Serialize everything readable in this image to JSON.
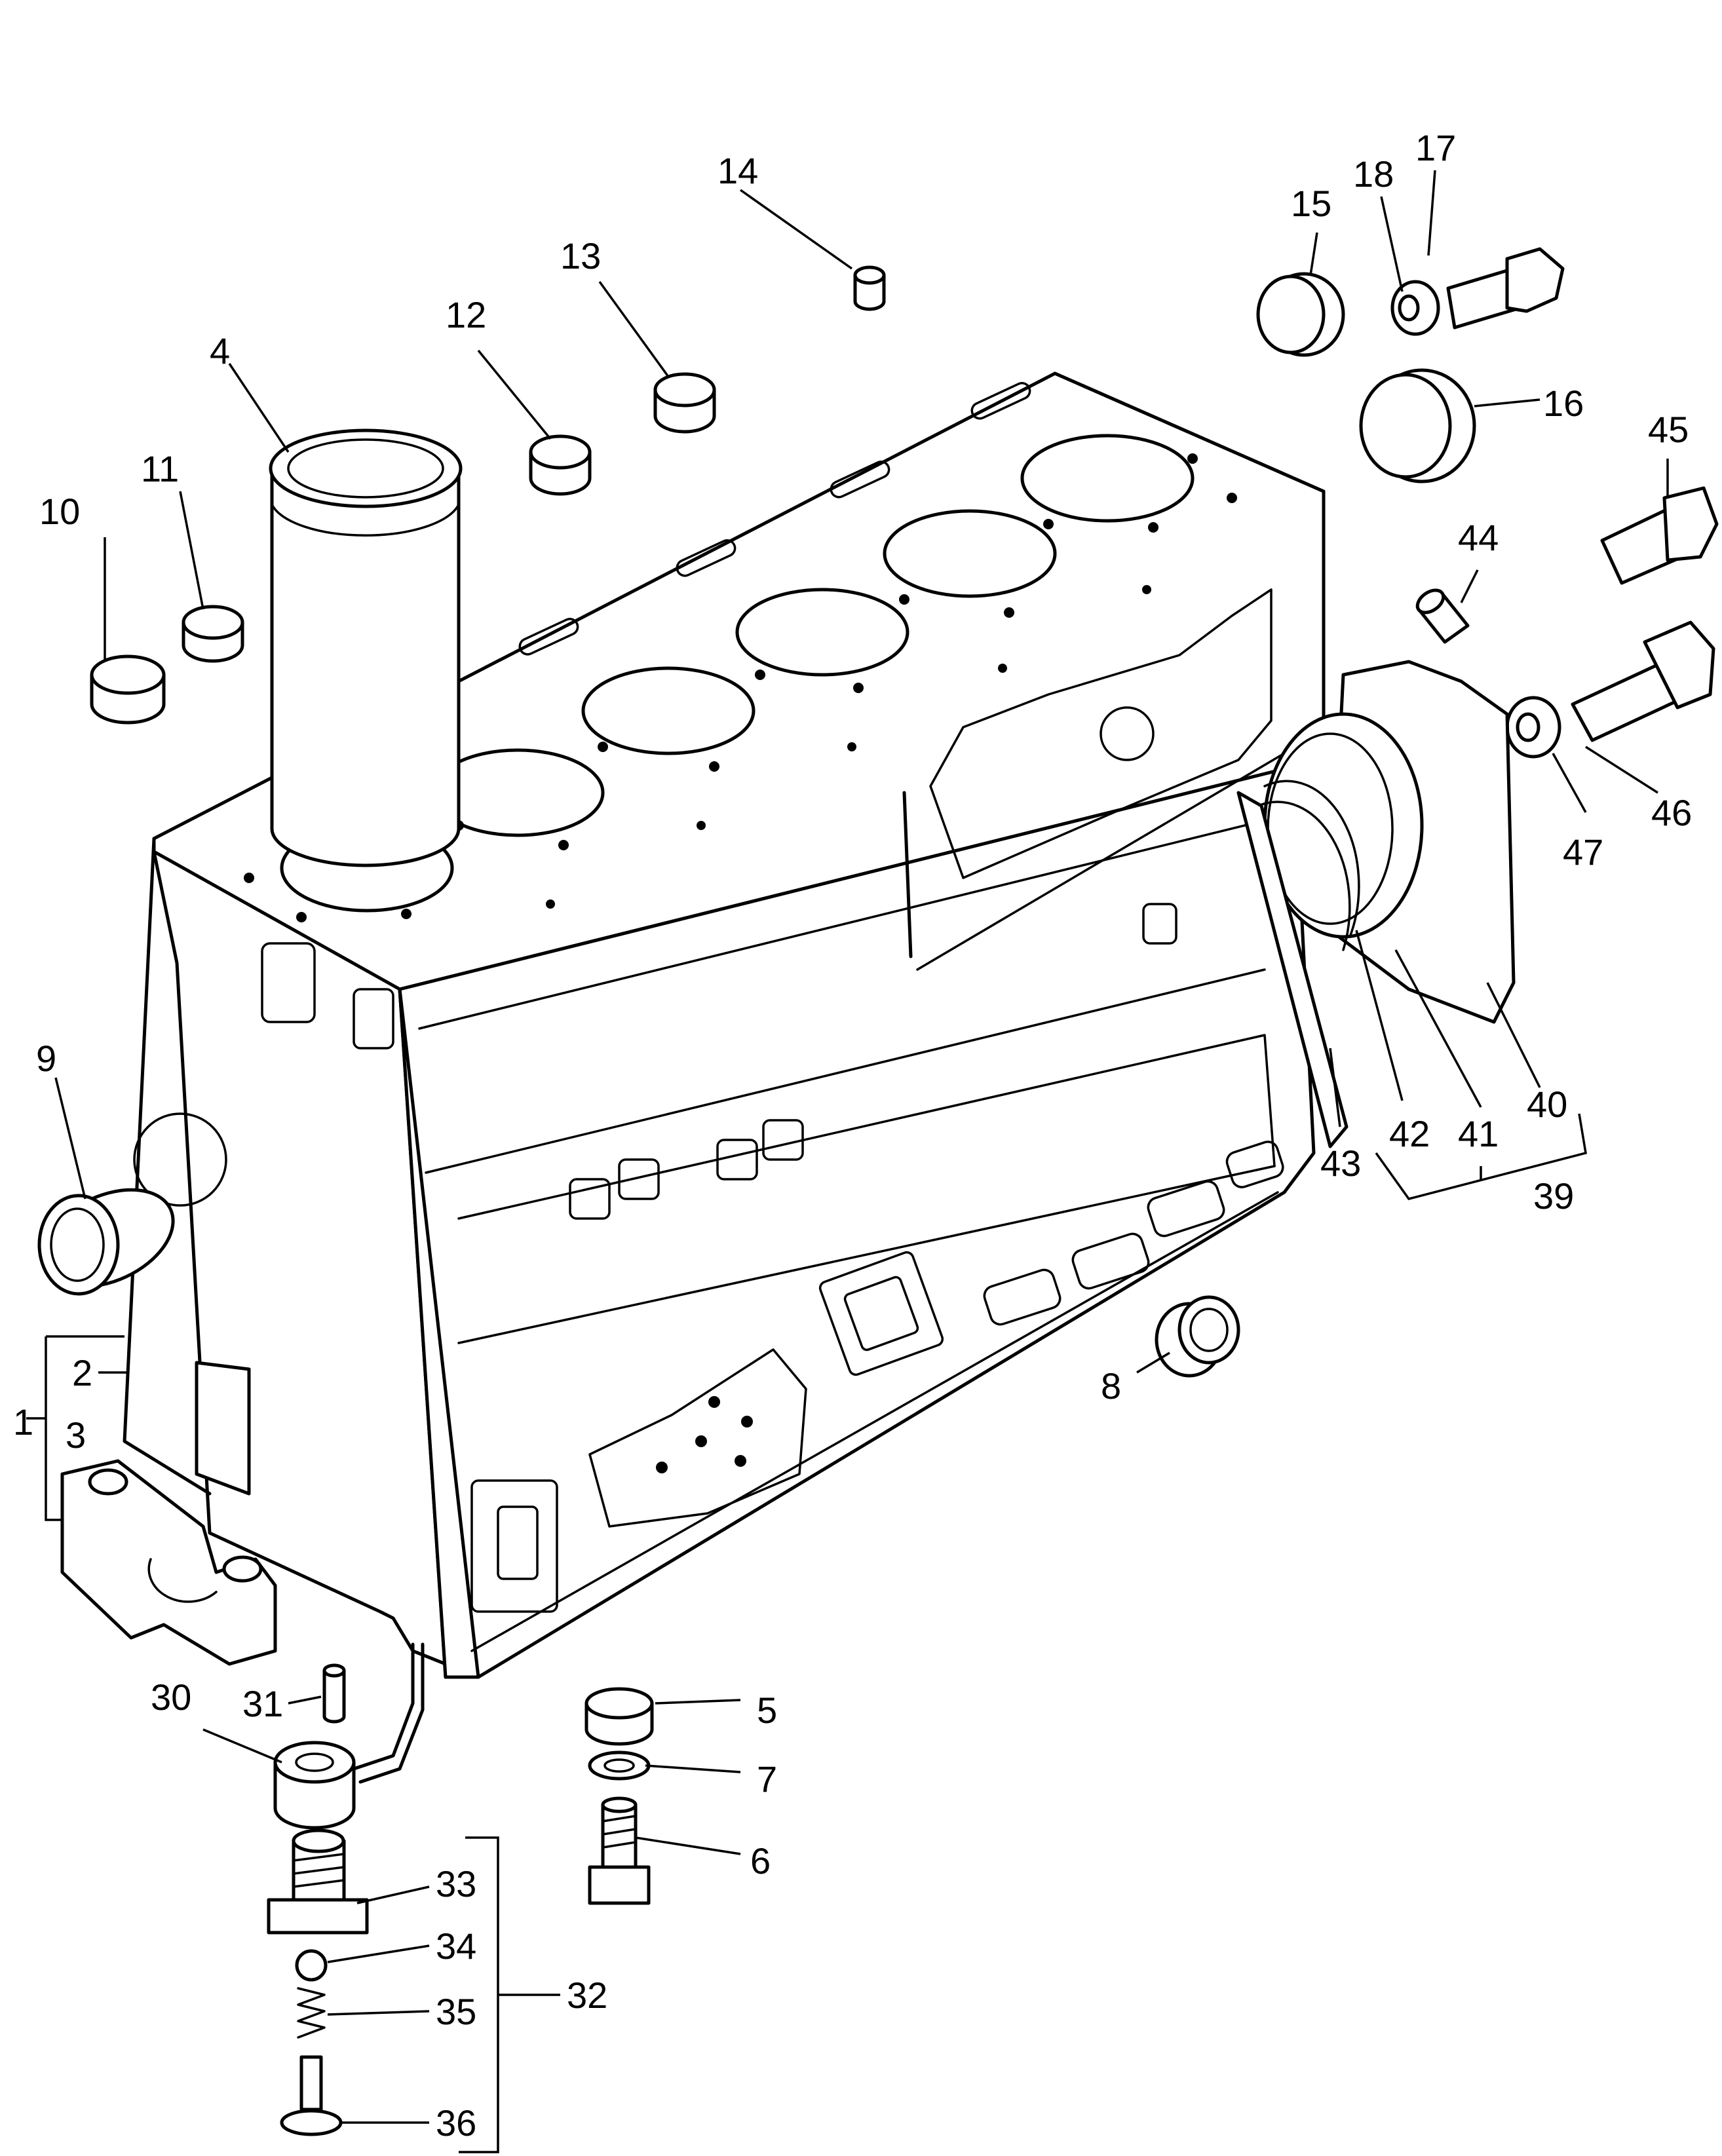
{
  "diagram": {
    "type": "exploded-parts-diagram",
    "callouts": [
      {
        "id": "1",
        "label": "1"
      },
      {
        "id": "2",
        "label": "2"
      },
      {
        "id": "3",
        "label": "3"
      },
      {
        "id": "4",
        "label": "4"
      },
      {
        "id": "5",
        "label": "5"
      },
      {
        "id": "6",
        "label": "6"
      },
      {
        "id": "7",
        "label": "7"
      },
      {
        "id": "8",
        "label": "8"
      },
      {
        "id": "9",
        "label": "9"
      },
      {
        "id": "10",
        "label": "10"
      },
      {
        "id": "11",
        "label": "11"
      },
      {
        "id": "12",
        "label": "12"
      },
      {
        "id": "13",
        "label": "13"
      },
      {
        "id": "14",
        "label": "14"
      },
      {
        "id": "15",
        "label": "15"
      },
      {
        "id": "16",
        "label": "16"
      },
      {
        "id": "17",
        "label": "17"
      },
      {
        "id": "18",
        "label": "18"
      },
      {
        "id": "30",
        "label": "30"
      },
      {
        "id": "31",
        "label": "31"
      },
      {
        "id": "32",
        "label": "32"
      },
      {
        "id": "33",
        "label": "33"
      },
      {
        "id": "34",
        "label": "34"
      },
      {
        "id": "35",
        "label": "35"
      },
      {
        "id": "36",
        "label": "36"
      },
      {
        "id": "39",
        "label": "39"
      },
      {
        "id": "40",
        "label": "40"
      },
      {
        "id": "41",
        "label": "41"
      },
      {
        "id": "42",
        "label": "42"
      },
      {
        "id": "43",
        "label": "43"
      },
      {
        "id": "44",
        "label": "44"
      },
      {
        "id": "45",
        "label": "45"
      },
      {
        "id": "46",
        "label": "46"
      },
      {
        "id": "47",
        "label": "47"
      }
    ]
  }
}
